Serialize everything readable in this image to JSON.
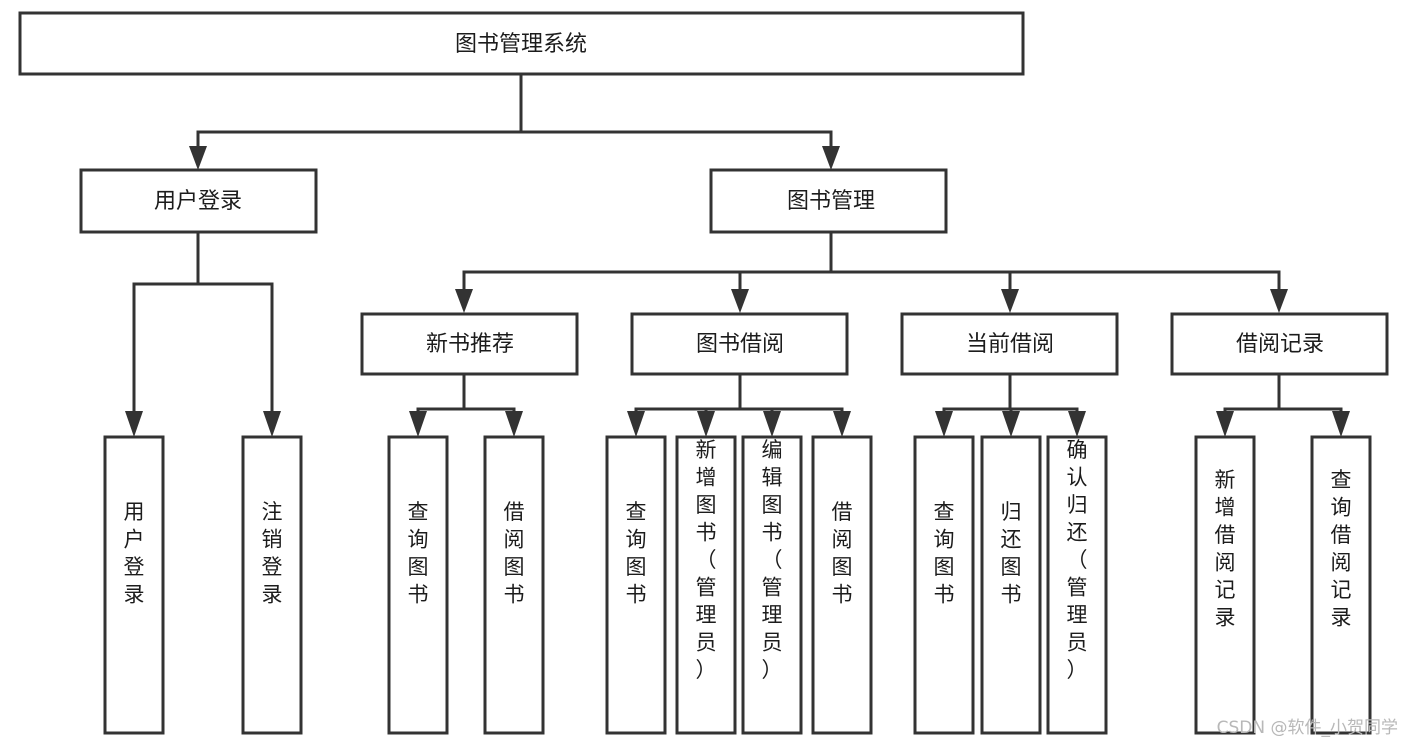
{
  "diagram": {
    "type": "tree-hierarchy-chart",
    "title": "图书管理系统",
    "levels": 4,
    "colors": {
      "box_stroke": "#333333",
      "box_fill": "#ffffff",
      "text": "#1c1c1c",
      "background": "#ffffff",
      "watermark": "#b8b8b8"
    },
    "nodes": {
      "root": {
        "label": "图书管理系统"
      },
      "level2": [
        {
          "id": "user-login",
          "label": "用户登录"
        },
        {
          "id": "book-management",
          "label": "图书管理"
        }
      ],
      "level3": [
        {
          "id": "new-book-recommend",
          "label": "新书推荐"
        },
        {
          "id": "book-borrow",
          "label": "图书借阅"
        },
        {
          "id": "current-borrow",
          "label": "当前借阅"
        },
        {
          "id": "borrow-record",
          "label": "借阅记录"
        }
      ],
      "leaves": {
        "user_login": [
          {
            "id": "leaf-user-login",
            "label": "用户登录"
          },
          {
            "id": "leaf-logout-login",
            "label": "注销登录"
          }
        ],
        "new_book_recommend": [
          {
            "id": "leaf-query-book-1",
            "label": "查询图书"
          },
          {
            "id": "leaf-borrow-book-1",
            "label": "借阅图书"
          }
        ],
        "book_borrow": [
          {
            "id": "leaf-query-book-2",
            "label": "查询图书"
          },
          {
            "id": "leaf-add-book",
            "label": "新增图书（管理员）"
          },
          {
            "id": "leaf-edit-book",
            "label": "编辑图书（管理员）"
          },
          {
            "id": "leaf-borrow-book-2",
            "label": "借阅图书"
          }
        ],
        "current_borrow": [
          {
            "id": "leaf-query-book-3",
            "label": "查询图书"
          },
          {
            "id": "leaf-return-book",
            "label": "归还图书"
          },
          {
            "id": "leaf-confirm-return",
            "label": "确认归还（管理员）"
          }
        ],
        "borrow_record": [
          {
            "id": "leaf-add-borrow-record",
            "label": "新增借阅记录"
          },
          {
            "id": "leaf-query-borrow-record",
            "label": "查询借阅记录"
          }
        ]
      }
    }
  },
  "watermark": {
    "text": "CSDN @软件_小贺同学"
  }
}
